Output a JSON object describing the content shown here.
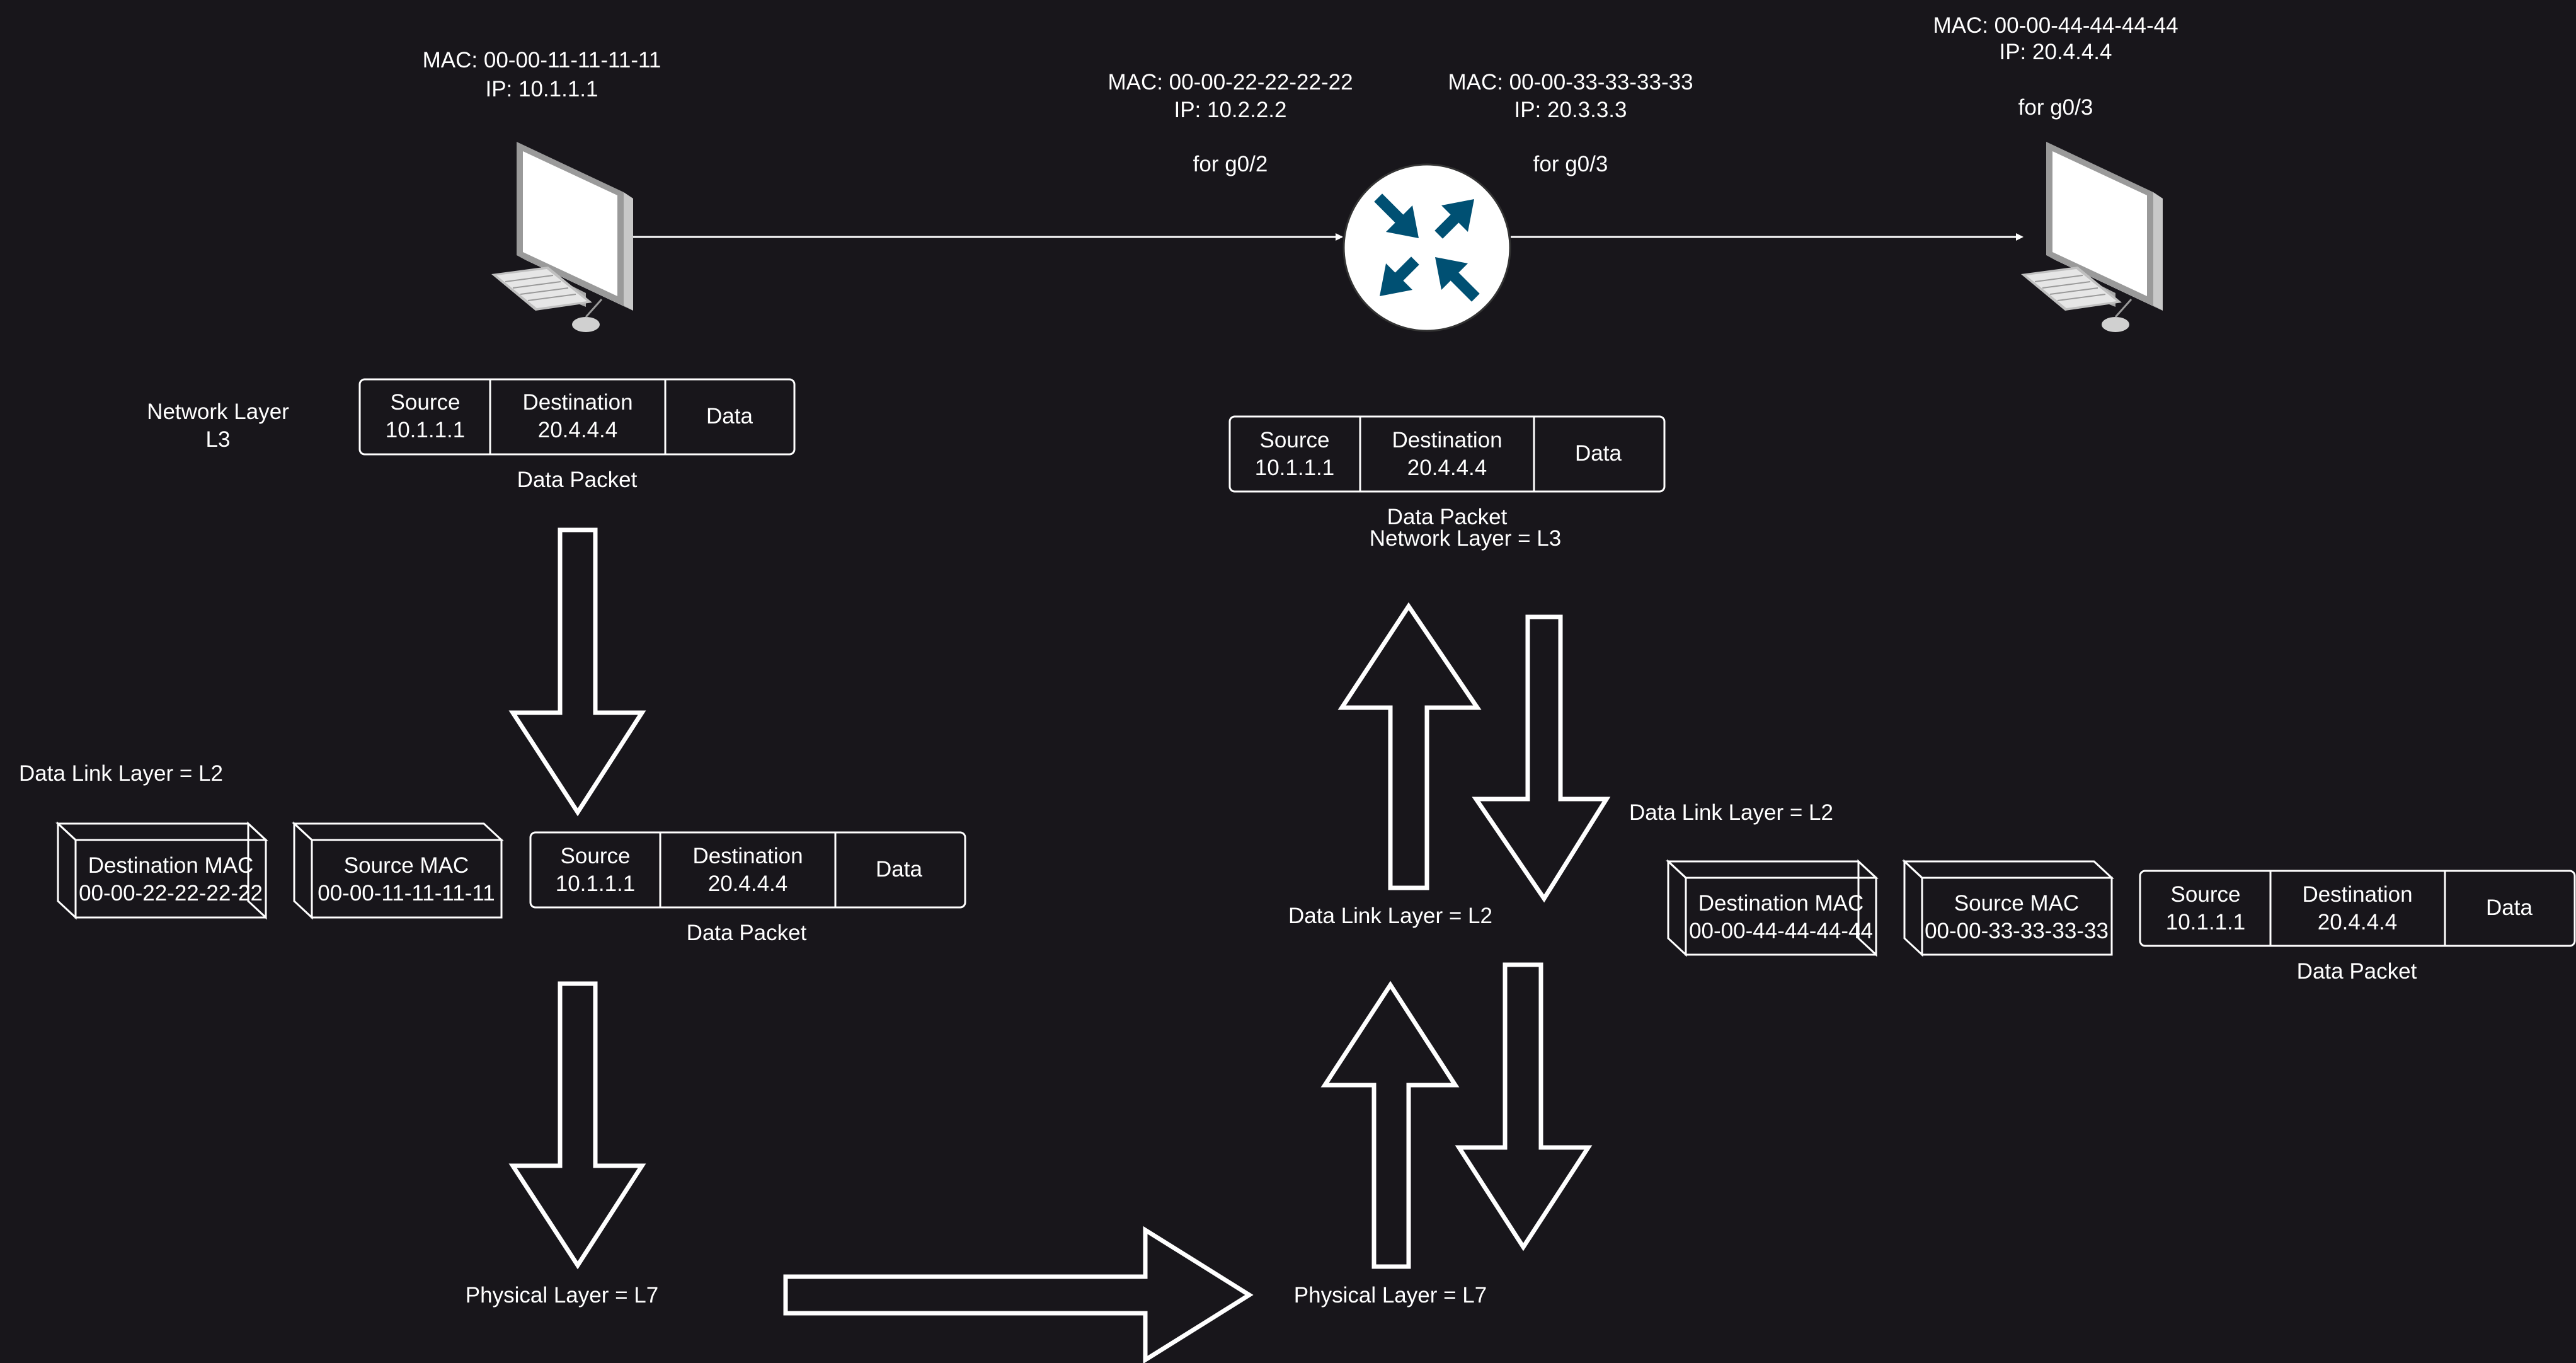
{
  "hosts": {
    "pc1": {
      "mac": "MAC: 00-00-11-11-11-11",
      "ip": "IP: 10.1.1.1"
    },
    "pc2": {
      "mac": "MAC: 00-00-44-44-44-44",
      "ip": "IP: 20.4.4.4",
      "iface": "for g0/3"
    }
  },
  "router": {
    "left": {
      "mac": "MAC: 00-00-22-22-22-22",
      "ip": "IP: 10.2.2.2",
      "iface": "for g0/2"
    },
    "right": {
      "mac": "MAC: 00-00-33-33-33-33",
      "ip": "IP: 20.3.3.3",
      "iface": "for g0/3"
    }
  },
  "packet": {
    "source_label": "Source",
    "source_ip": "10.1.1.1",
    "dest_label": "Destination",
    "dest_ip": "20.4.4.4",
    "data_label": "Data",
    "caption": "Data Packet"
  },
  "labels": {
    "network_layer_l3_line1": "Network Layer",
    "network_layer_l3_line2": "L3",
    "network_layer_eq": "Network Layer = L3",
    "data_link_layer": "Data Link Layer = L2",
    "physical_layer": "Physical Layer = L7"
  },
  "frames": {
    "left": {
      "dest_mac_label": "Destination MAC",
      "dest_mac": "00-00-22-22-22-22",
      "src_mac_label": "Source MAC",
      "src_mac": "00-00-11-11-11-11"
    },
    "right": {
      "dest_mac_label": "Destination MAC",
      "dest_mac": "00-00-44-44-44-44",
      "src_mac_label": "Source MAC",
      "src_mac": "00-00-33-33-33-33"
    }
  },
  "colors": {
    "background": "#18161b",
    "foreground": "#ffffff",
    "router_fill": "#ffffff",
    "router_arrows": "#005073"
  }
}
